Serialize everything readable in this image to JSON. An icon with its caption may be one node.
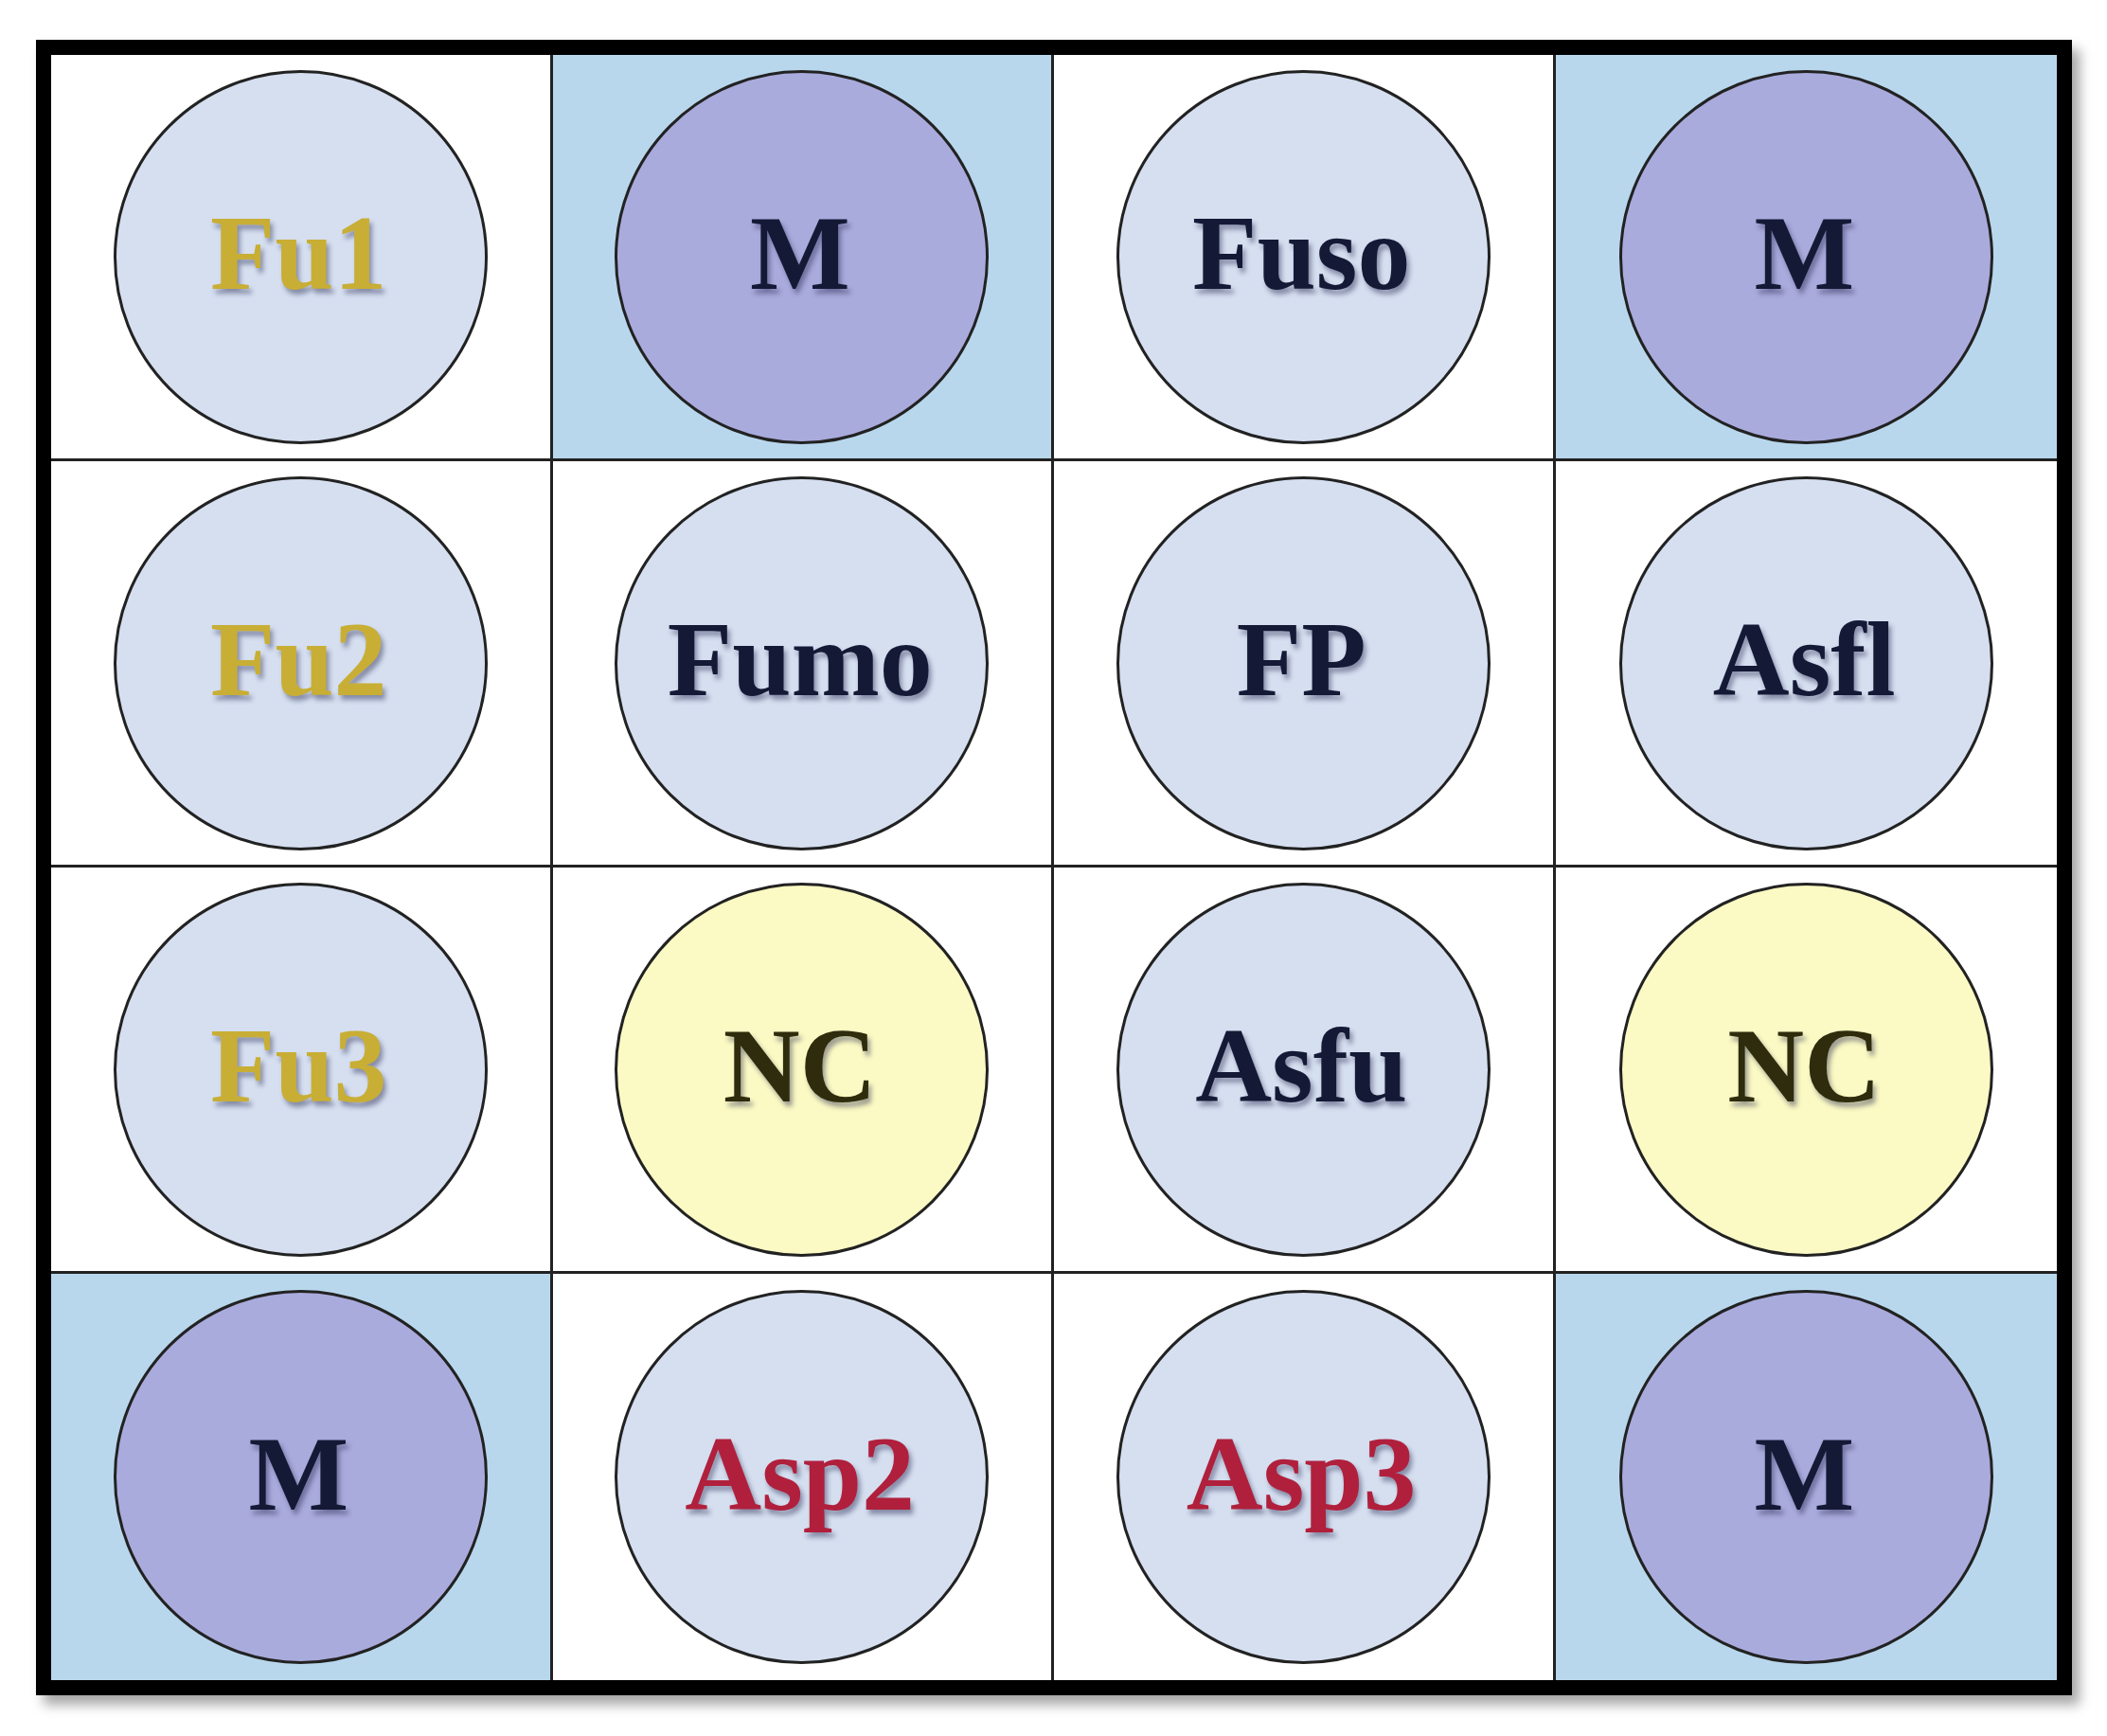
{
  "diagram": {
    "nodes": [
      {
        "text": [
          "Fu1"
        ]
      },
      {
        "text": [
          "M"
        ]
      },
      {
        "text": [
          "Fuso"
        ]
      },
      {
        "text": [
          "M"
        ]
      },
      {
        "text": [
          "Fu2"
        ]
      },
      {
        "text": [
          "Fumo"
        ]
      },
      {
        "text": [
          "FP"
        ]
      },
      {
        "text": [
          "Asfl"
        ]
      },
      {
        "text": [
          "Fu3"
        ]
      },
      {
        "text": [
          "NC"
        ]
      },
      {
        "text": [
          "Asfu"
        ]
      },
      {
        "text": [
          "NC"
        ]
      },
      {
        "text": [
          "M"
        ]
      },
      {
        "text": [
          "Asp2"
        ]
      },
      {
        "text": [
          "Asp3"
        ]
      },
      {
        "text": [
          "M"
        ]
      }
    ]
  }
}
